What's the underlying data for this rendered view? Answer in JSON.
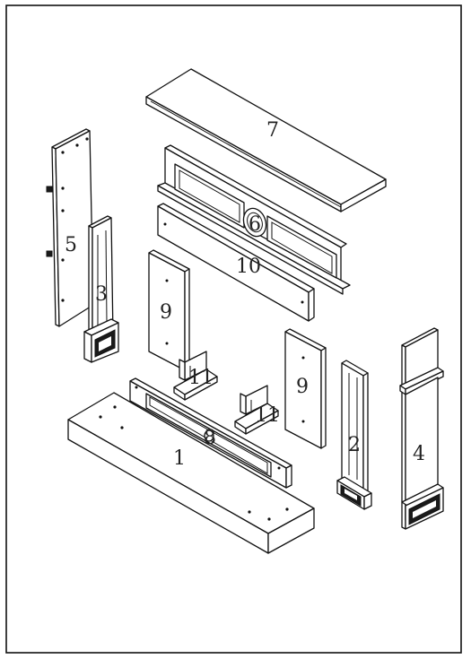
{
  "diagram": {
    "labels": {
      "p1": "1",
      "p2": "2",
      "p3": "3",
      "p4": "4",
      "p5": "5",
      "p6": "6",
      "p7": "7",
      "p8": "8",
      "p9a": "9",
      "p9b": "9",
      "p10": "10",
      "p11a": "11",
      "p11b": "11"
    }
  }
}
